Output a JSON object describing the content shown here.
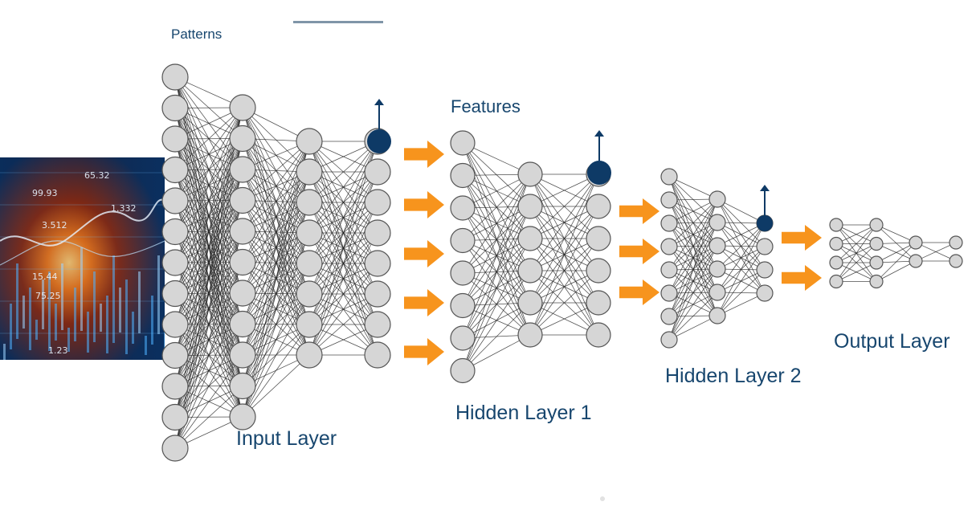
{
  "labels": {
    "patterns": "Patterns",
    "features": "Features",
    "input_layer": "Input Layer",
    "hidden_layer_1": "Hidden Layer 1",
    "hidden_layer_2": "Hidden Layer 2",
    "output_layer": "Output Layer"
  },
  "stock_image": {
    "overlay_numbers": [
      "65.32",
      "99.93",
      "3.512",
      "1.332",
      "75.25",
      "15.44",
      "1.23"
    ]
  },
  "colors": {
    "label_text": "#17466e",
    "node_fill": "#d6d6d6",
    "node_stroke": "#555555",
    "highlight_node": "#0e3a66",
    "arrow": "#f7941d",
    "edge": "#222222"
  }
}
